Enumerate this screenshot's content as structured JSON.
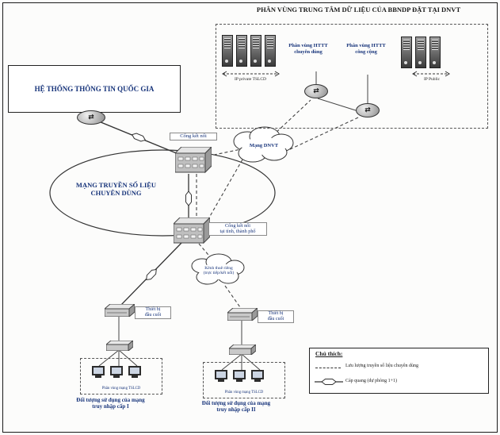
{
  "title": "PHÂN VÙNG TRUNG TÂM DỮ LIỆU CỦA BBNDP ĐẶT TẠI DNVT",
  "icons": {
    "router_arrows": "⇄"
  },
  "datacenter": {
    "zone_private": "Phân vùng HTTT\nchuyên dùng",
    "zone_public": "Phân vùng HTTT\ncông cộng",
    "ip_private": "IP private TSLCD",
    "ip_public": "IP Public"
  },
  "nodes": {
    "national_system": "HỆ THỐNG THÔNG TIN QUỐC GIA",
    "core_network": "MẠNG TRUYỀN SỐ LIỆU\nCHUYÊN DÙNG",
    "gateway_top": "Cổng kết nối",
    "dnvt_cloud": "Mạng DNVT",
    "gateway_province": "Cổng kết nối\ntại tỉnh, thành phố",
    "leased_line_cloud": "Kênh thuê riêng\n(trực tiếp/kết nối)",
    "terminal_1": "Thiết bị\nđầu cuối",
    "terminal_2": "Thiết bị\nđầu cuối",
    "lan_zone_1": "Phân vùng mạng TSLCD",
    "lan_zone_2": "Phân vùng mạng TSLCD",
    "access_group_1": "Đối tượng sử dụng của mạng\ntruy nhập cấp I",
    "access_group_2": "Đối tượng sử dụng của mạng\ntruy nhập cấp II"
  },
  "legend": {
    "title": "Chú thích:",
    "dashed_label": "Lưu lượng truyền số liệu chuyên dùng",
    "fiber_label": "Cáp quang (dự phòng 1+1)"
  }
}
